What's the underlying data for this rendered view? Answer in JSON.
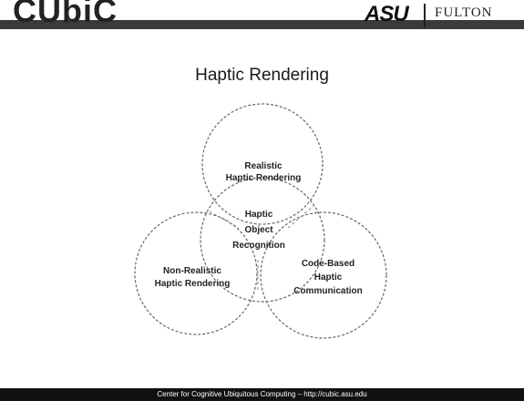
{
  "header": {
    "logo_left": "CUbiC",
    "logo_asu": "ASU",
    "logo_fulton": "FULTON"
  },
  "slide": {
    "title": "Haptic Rendering"
  },
  "venn": {
    "top_label": [
      "Realistic",
      "Haptic Rendering"
    ],
    "center_label": [
      "Haptic",
      "Object",
      "Recognition"
    ],
    "left_label": [
      "Non-Realistic",
      "Haptic Rendering"
    ],
    "right_label": [
      "Code-Based",
      "Haptic",
      "Communication"
    ]
  },
  "footer": {
    "text": "Center for Cognitive Ubiquitous Computing – http://cubic.asu.edu"
  }
}
